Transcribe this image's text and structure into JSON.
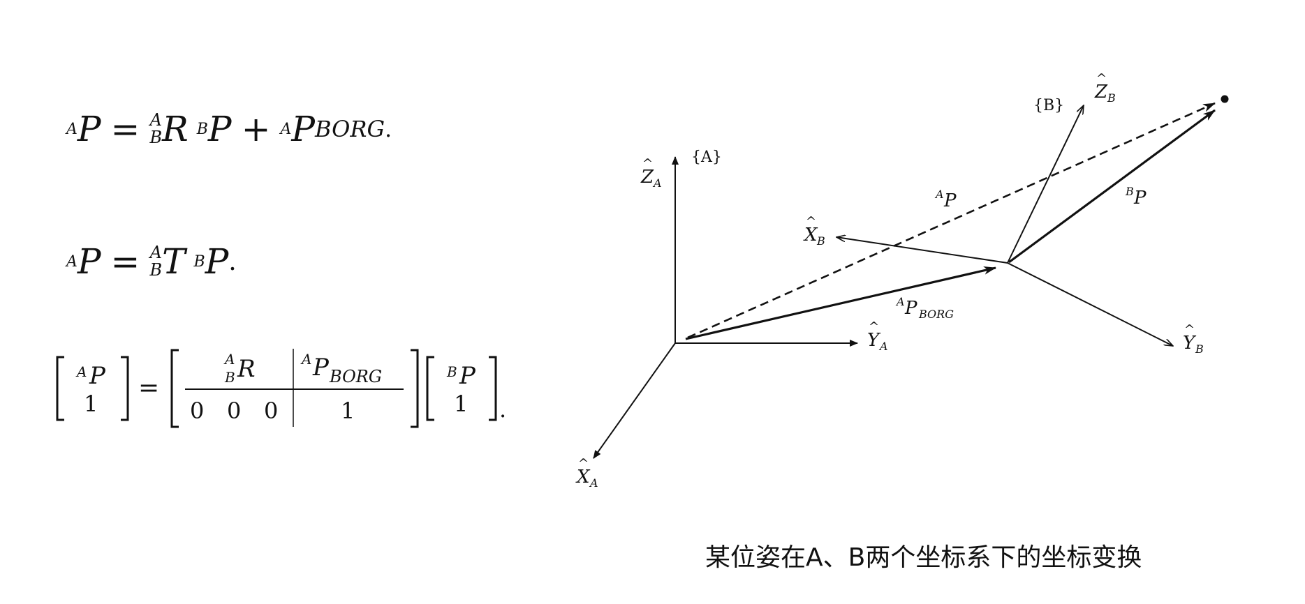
{
  "equations": {
    "eq1": {
      "lhs_pre_sup": "A",
      "lhs_symbol": "P",
      "op_eq": "=",
      "rot_sup": "A",
      "rot_sub": "B",
      "rot_symbol": "R",
      "bp_sup": "B",
      "bp_symbol": "P",
      "op_plus": "+",
      "org_sup": "A",
      "org_symbol": "P",
      "org_sub": "BORG",
      "end": "."
    },
    "eq2": {
      "lhs_pre_sup": "A",
      "lhs_symbol": "P",
      "op_eq": "=",
      "t_sup": "A",
      "t_sub": "B",
      "t_symbol": "T",
      "bp_sup": "B",
      "bp_symbol": "P",
      "end": "."
    },
    "eq3": {
      "lhs_sup": "A",
      "lhs_symbol": "P",
      "one": "1",
      "op_eq": "=",
      "m_rot_sup": "A",
      "m_rot_sub": "B",
      "m_rot_symbol": "R",
      "m_org_sup": "A",
      "m_org_symbol": "P",
      "m_org_sub": "BORG",
      "zero": "0",
      "m_one": "1",
      "rhs_sup": "B",
      "rhs_symbol": "P",
      "rhs_one": "1",
      "end": "."
    }
  },
  "diagram": {
    "frame_a_label": "{A}",
    "frame_b_label": "{B}",
    "za": {
      "sym": "Z",
      "sub": "A"
    },
    "ya": {
      "sym": "Y",
      "sub": "A"
    },
    "xa": {
      "sym": "X",
      "sub": "A"
    },
    "zb": {
      "sym": "Z",
      "sub": "B"
    },
    "yb": {
      "sym": "Y",
      "sub": "B"
    },
    "xb": {
      "sym": "X",
      "sub": "B"
    },
    "ap": {
      "sup": "A",
      "sym": "P"
    },
    "bp": {
      "sup": "B",
      "sym": "P"
    },
    "aporg": {
      "sup": "A",
      "sym": "P",
      "sub": "BORG"
    }
  },
  "caption": "某位姿在A、B两个坐标系下的坐标变换"
}
